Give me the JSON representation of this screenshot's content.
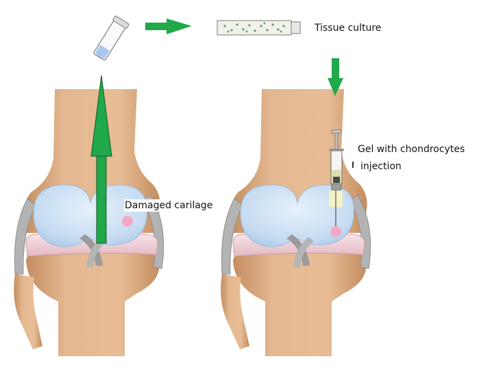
{
  "labels": {
    "tissue_culture": "Tissue culture",
    "gel_line1": "Gel with chondrocytes",
    "gel_line2": "injection",
    "damaged": "Damaged carilage"
  },
  "colors": {
    "bone": "#e2b48c",
    "bone_dark": "#c99468",
    "cartilage": "#cfe3f6",
    "meniscus": "#f2d6dc",
    "ligament": "#a8a8a8",
    "arrow": "#21a84a",
    "lesion": "#f2a6c4",
    "gel": "#f0f0c8"
  }
}
